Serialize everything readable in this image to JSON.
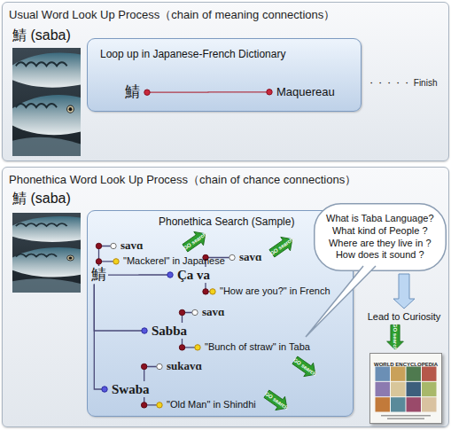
{
  "diagram": {
    "nodes": [
      {
        "text": [
          "Usual Word Look Up Process（chain of meaning connections）"
        ]
      },
      {
        "text": [
          "Loop up in Japanese-French Dictionary"
        ],
        "in": 0
      },
      {
        "text": [
          "鯖"
        ],
        "in": 1
      },
      {
        "text": [
          "Maquereau"
        ],
        "in": 1
      },
      {
        "text": [
          "Phonethica Word Look Up Process（chain of chance connections）"
        ]
      },
      {
        "text": [
          "Phonethica Search (Sample)"
        ],
        "in": 4
      },
      {
        "text": [
          "鯖"
        ],
        "in": 5
      },
      {
        "text": [
          "savɑ"
        ],
        "in": 5
      },
      {
        "text": [
          "\"Mackerel\" in Japanese"
        ],
        "in": 5
      },
      {
        "text": [
          "Ça va"
        ],
        "in": 5
      },
      {
        "text": [
          "savɑ"
        ],
        "in": 5
      },
      {
        "text": [
          "\"How are you?\" in French"
        ],
        "in": 5
      },
      {
        "text": [
          "Sabba"
        ],
        "in": 5
      },
      {
        "text": [
          "savɑ"
        ],
        "in": 5
      },
      {
        "text": [
          "\"Bunch of straw\" in Taba"
        ],
        "in": 5
      },
      {
        "text": [
          "Swaba"
        ],
        "in": 5
      },
      {
        "text": [
          "sukavɑ"
        ],
        "in": 5
      },
      {
        "text": [
          "\"Old Man\" in Shindhi"
        ],
        "in": 5
      },
      {
        "text": [
          "What is Taba Language?",
          "What kind of People ?",
          "Where are they live in ?",
          "How does it sound ?"
        ],
        "in": 4
      },
      {
        "text": [
          "WORLD ENCYCLOPEDIA"
        ],
        "in": 4
      }
    ],
    "edges": [
      {
        "from": 2,
        "to": 3,
        "arrow": "none"
      },
      {
        "from": 6,
        "to": 7,
        "arrow": "none"
      },
      {
        "from": 6,
        "to": 8,
        "arrow": "none"
      },
      {
        "from": 6,
        "to": 9,
        "arrow": "none"
      },
      {
        "from": 6,
        "to": 12,
        "arrow": "none"
      },
      {
        "from": 6,
        "to": 15,
        "arrow": "none"
      },
      {
        "from": 9,
        "to": 10,
        "arrow": "none"
      },
      {
        "from": 9,
        "to": 11,
        "arrow": "none"
      },
      {
        "from": 12,
        "to": 13,
        "arrow": "none"
      },
      {
        "from": 12,
        "to": 14,
        "arrow": "none"
      },
      {
        "from": 15,
        "to": 16,
        "arrow": "none"
      },
      {
        "from": 15,
        "to": 17,
        "arrow": "none"
      }
    ],
    "labels": [
      "鯖 (saba)",
      "・・・・・ Finish",
      "鯖 (saba)",
      "GO search",
      "GO search",
      "GO search",
      "GO search",
      "Lead to Curiosity",
      "GO search"
    ]
  }
}
